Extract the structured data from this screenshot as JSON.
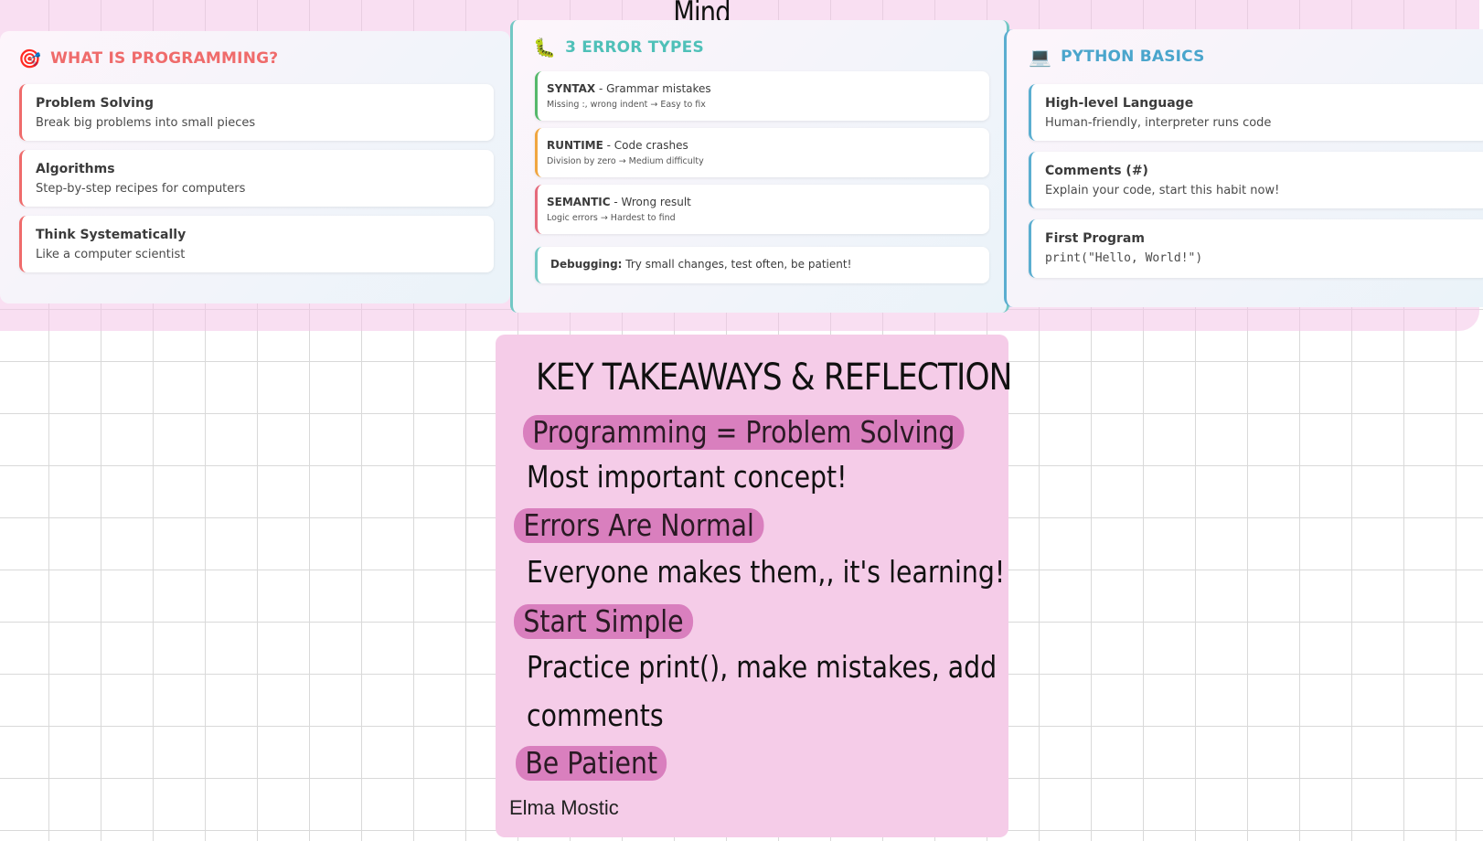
{
  "title": "Mind Map",
  "panels": {
    "programming": {
      "icon": "🎯",
      "heading": "WHAT IS PROGRAMMING?",
      "cards": [
        {
          "title": "Problem Solving",
          "desc": "Break big problems into small pieces"
        },
        {
          "title": "Algorithms",
          "desc": "Step-by-step recipes for computers"
        },
        {
          "title": "Think Systematically",
          "desc": "Like a computer scientist"
        }
      ]
    },
    "errors": {
      "icon": "🐛",
      "heading": "3 ERROR TYPES",
      "cards": [
        {
          "name": "SYNTAX",
          "desc": " - Grammar mistakes",
          "sub": "Missing :, wrong indent → Easy to fix"
        },
        {
          "name": "RUNTIME",
          "desc": " - Code crashes",
          "sub": "Division by zero → Medium difficulty"
        },
        {
          "name": "SEMANTIC",
          "desc": " - Wrong result",
          "sub": "Logic errors → Hardest to find"
        }
      ],
      "debug_label": "Debugging:",
      "debug_text": " Try small changes, test often, be patient!"
    },
    "python": {
      "icon": "💻",
      "heading": "PYTHON BASICS",
      "cards": [
        {
          "title": "High-level Language",
          "desc": "Human-friendly, interpreter runs code"
        },
        {
          "title": "Comments (#)",
          "desc": "Explain your code, start this habit now!"
        },
        {
          "title": "First Program",
          "code": "print(\"Hello, World!\")"
        }
      ]
    }
  },
  "takeaways": {
    "title": "KEY TAKEAWAYS & REFLECTION",
    "items": [
      {
        "highlight": "Programming = Problem Solving",
        "text": "Most important concept!"
      },
      {
        "highlight": "Errors Are Normal",
        "text": "Everyone makes them,, it's learning!"
      },
      {
        "highlight": "Start Simple",
        "text": "Practice print(), make mistakes, add",
        "text2": "comments"
      },
      {
        "highlight": "Be Patient"
      }
    ],
    "author": "Elma Mostic"
  }
}
